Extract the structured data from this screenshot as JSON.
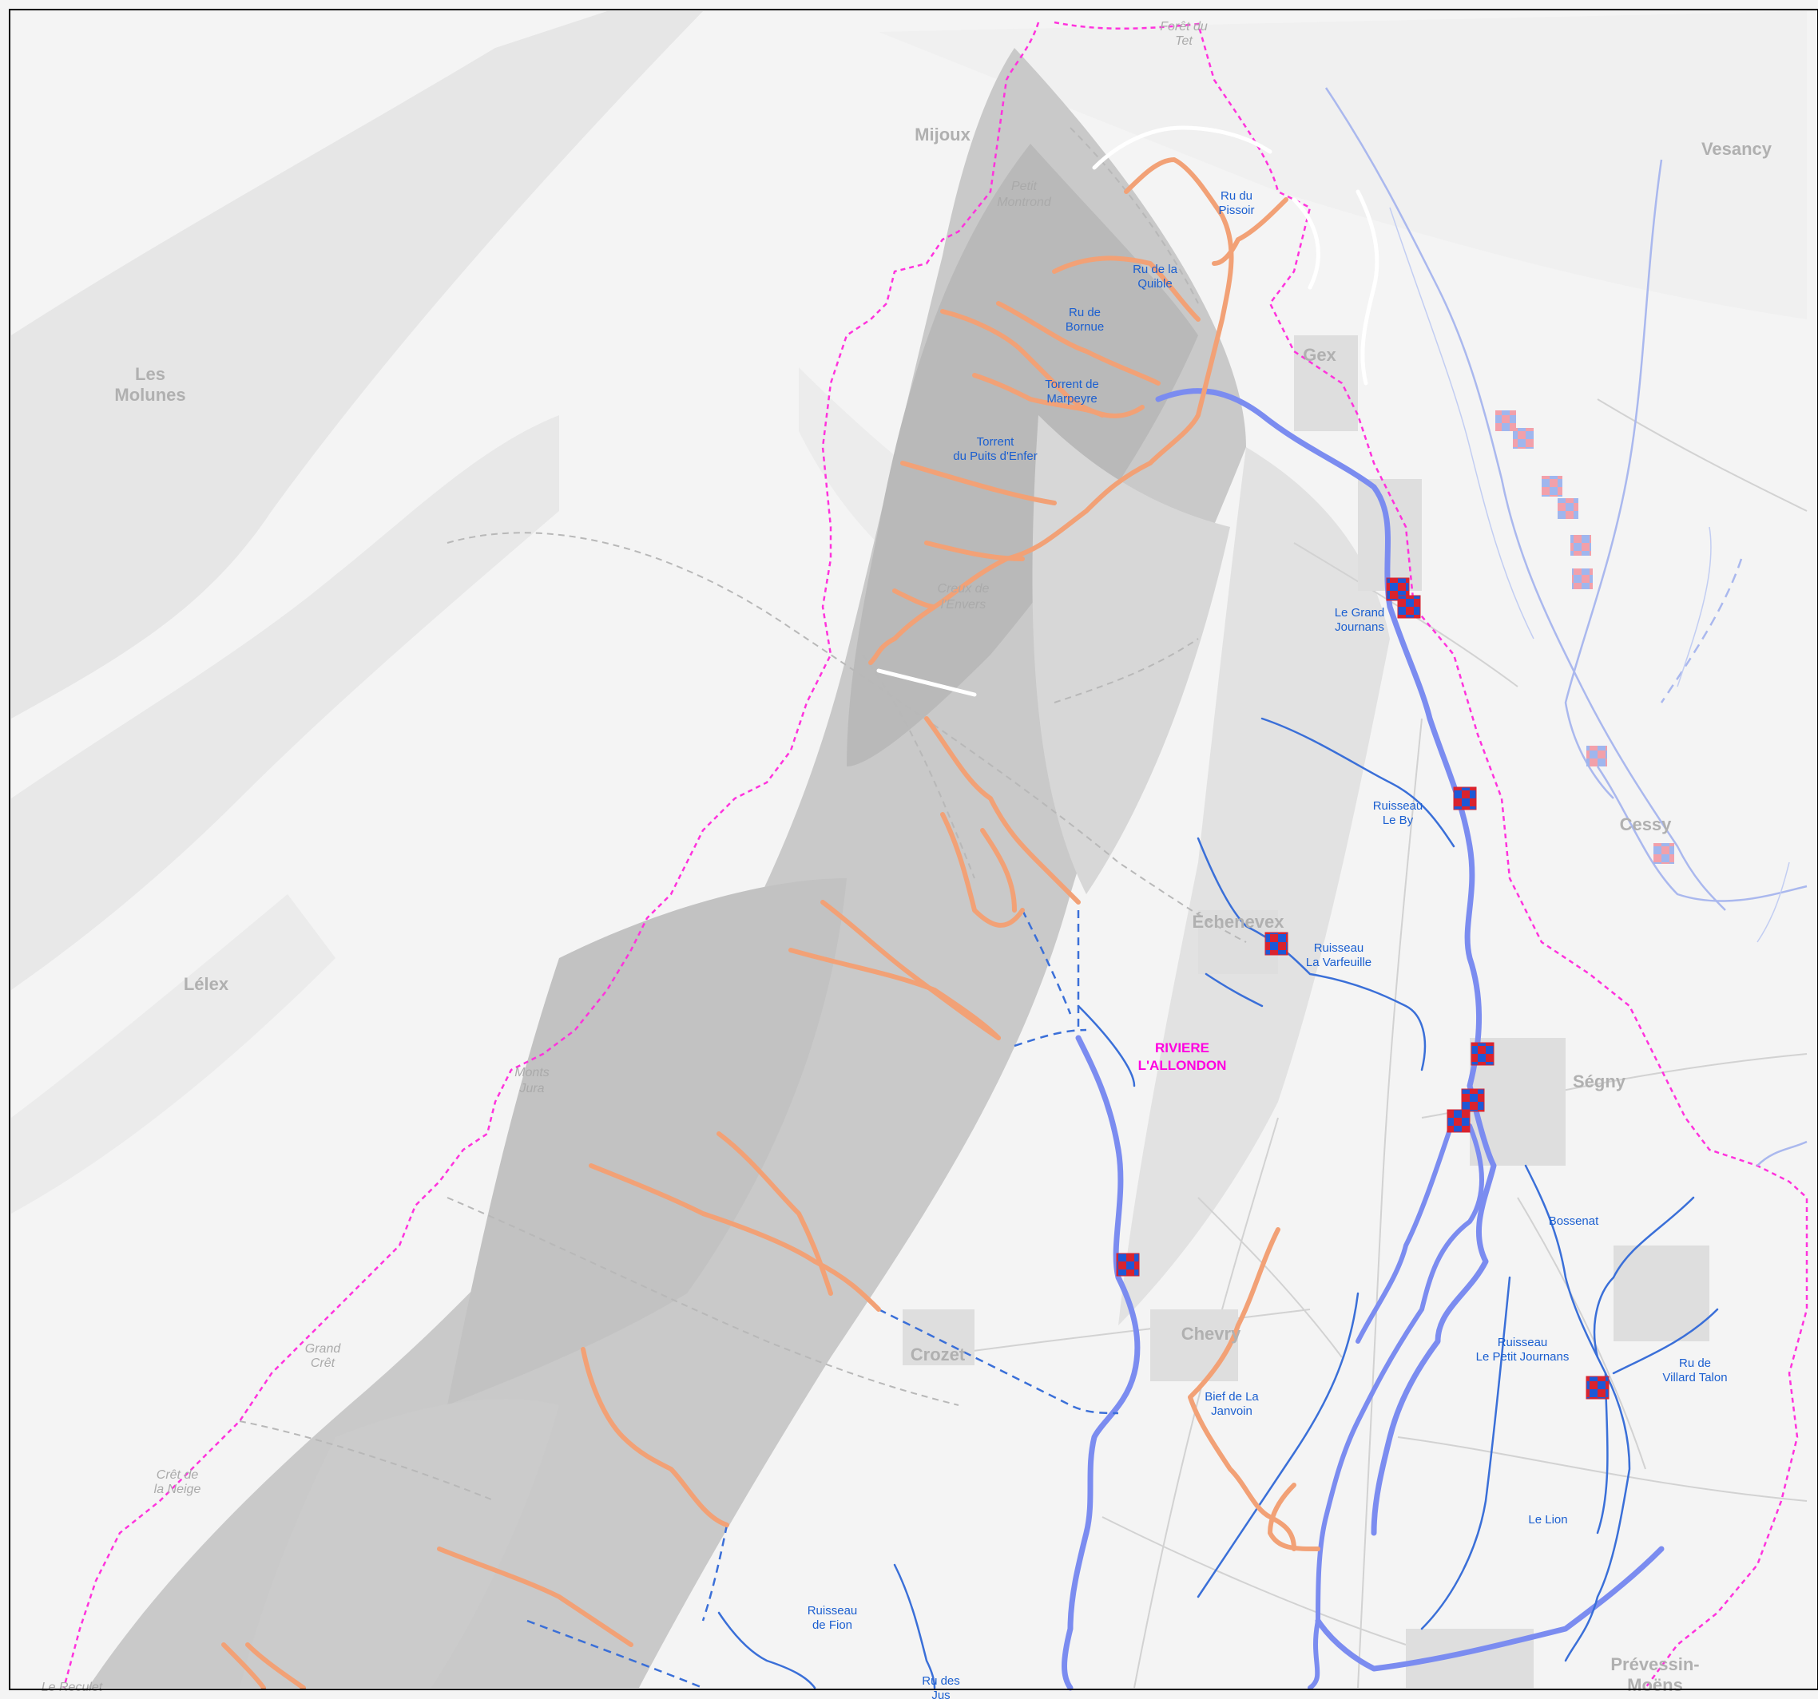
{
  "colors": {
    "main_river": "#7b8cf0",
    "tributary": "#3a6fd8",
    "torrent": "#f2a176",
    "basin_border": "#ff33dd",
    "light_river": "#aab8ee"
  },
  "places": {
    "mijoux": "Mijoux",
    "les_molunes": "Les\nMolunes",
    "lelex": "Lélex",
    "gex": "Gex",
    "vesancy": "Vesancy",
    "echenevex": "Échenevex",
    "cessy": "Cessy",
    "segny": "Ségny",
    "crozet": "Crozet",
    "chevry": "Chevry",
    "prevessin": "Prévessin-\nMoëns",
    "foret_du": "Forêt du\nTet",
    "petit_montrond": "Petit\nMontrond",
    "monts_jura": "Monts\nJura",
    "grand_cret": "Grand\nCrêt",
    "cret_neige": "Crêt de\nla Neige",
    "reculet": "Le Reculet",
    "cerneux": "Creux de\nl'Envers"
  },
  "streams": {
    "ru_pissoir": "Ru du\nPissoir",
    "ru_quible": "Ru de la\nQuible",
    "ru_bornue": "Ru de\nBornue",
    "torrent_marpeyre": "Torrent de\nMarpeyre",
    "torrent_puits": "Torrent\ndu Puits d'Enfer",
    "grand_journans": "Le Grand\nJournans",
    "ruisseau_by": "Ruisseau\nLe By",
    "ruisseau_varfeuille": "Ruisseau\nLa Varfeuille",
    "bossenat": "Bossenat",
    "petit_journans": "Ruisseau\nLe Petit Journans",
    "villard_talon": "Ru de\nVillard Talon",
    "bief_janvoin": "Bief de La\nJanvoin",
    "le_lion": "Le Lion",
    "ruisseau_fion": "Ruisseau\nde Fion",
    "ru_jus": "Ru des\nJus"
  },
  "basin_label": "RIVIERE\nL'ALLONDON"
}
